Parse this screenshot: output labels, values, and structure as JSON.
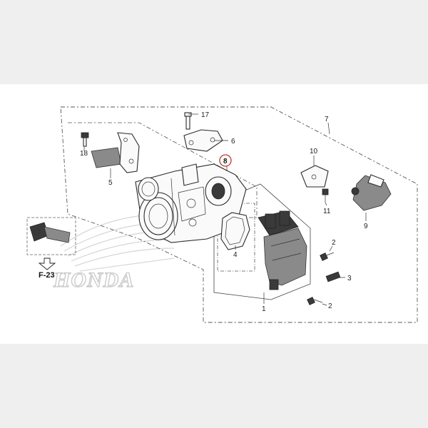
{
  "diagram": {
    "brand_text": "HONDA",
    "reference_label": "F-23",
    "highlight_color": "#c0392b",
    "callouts": [
      {
        "id": "c1",
        "text": "1"
      },
      {
        "id": "c2a",
        "text": "2"
      },
      {
        "id": "c2b",
        "text": "2"
      },
      {
        "id": "c3",
        "text": "3"
      },
      {
        "id": "c4",
        "text": "4"
      },
      {
        "id": "c5",
        "text": "5"
      },
      {
        "id": "c6",
        "text": "6"
      },
      {
        "id": "c7",
        "text": "7"
      },
      {
        "id": "c8",
        "text": "8"
      },
      {
        "id": "c9",
        "text": "9"
      },
      {
        "id": "c10",
        "text": "10"
      },
      {
        "id": "c11",
        "text": "11"
      },
      {
        "id": "c17",
        "text": "17"
      },
      {
        "id": "c18",
        "text": "18"
      }
    ]
  }
}
